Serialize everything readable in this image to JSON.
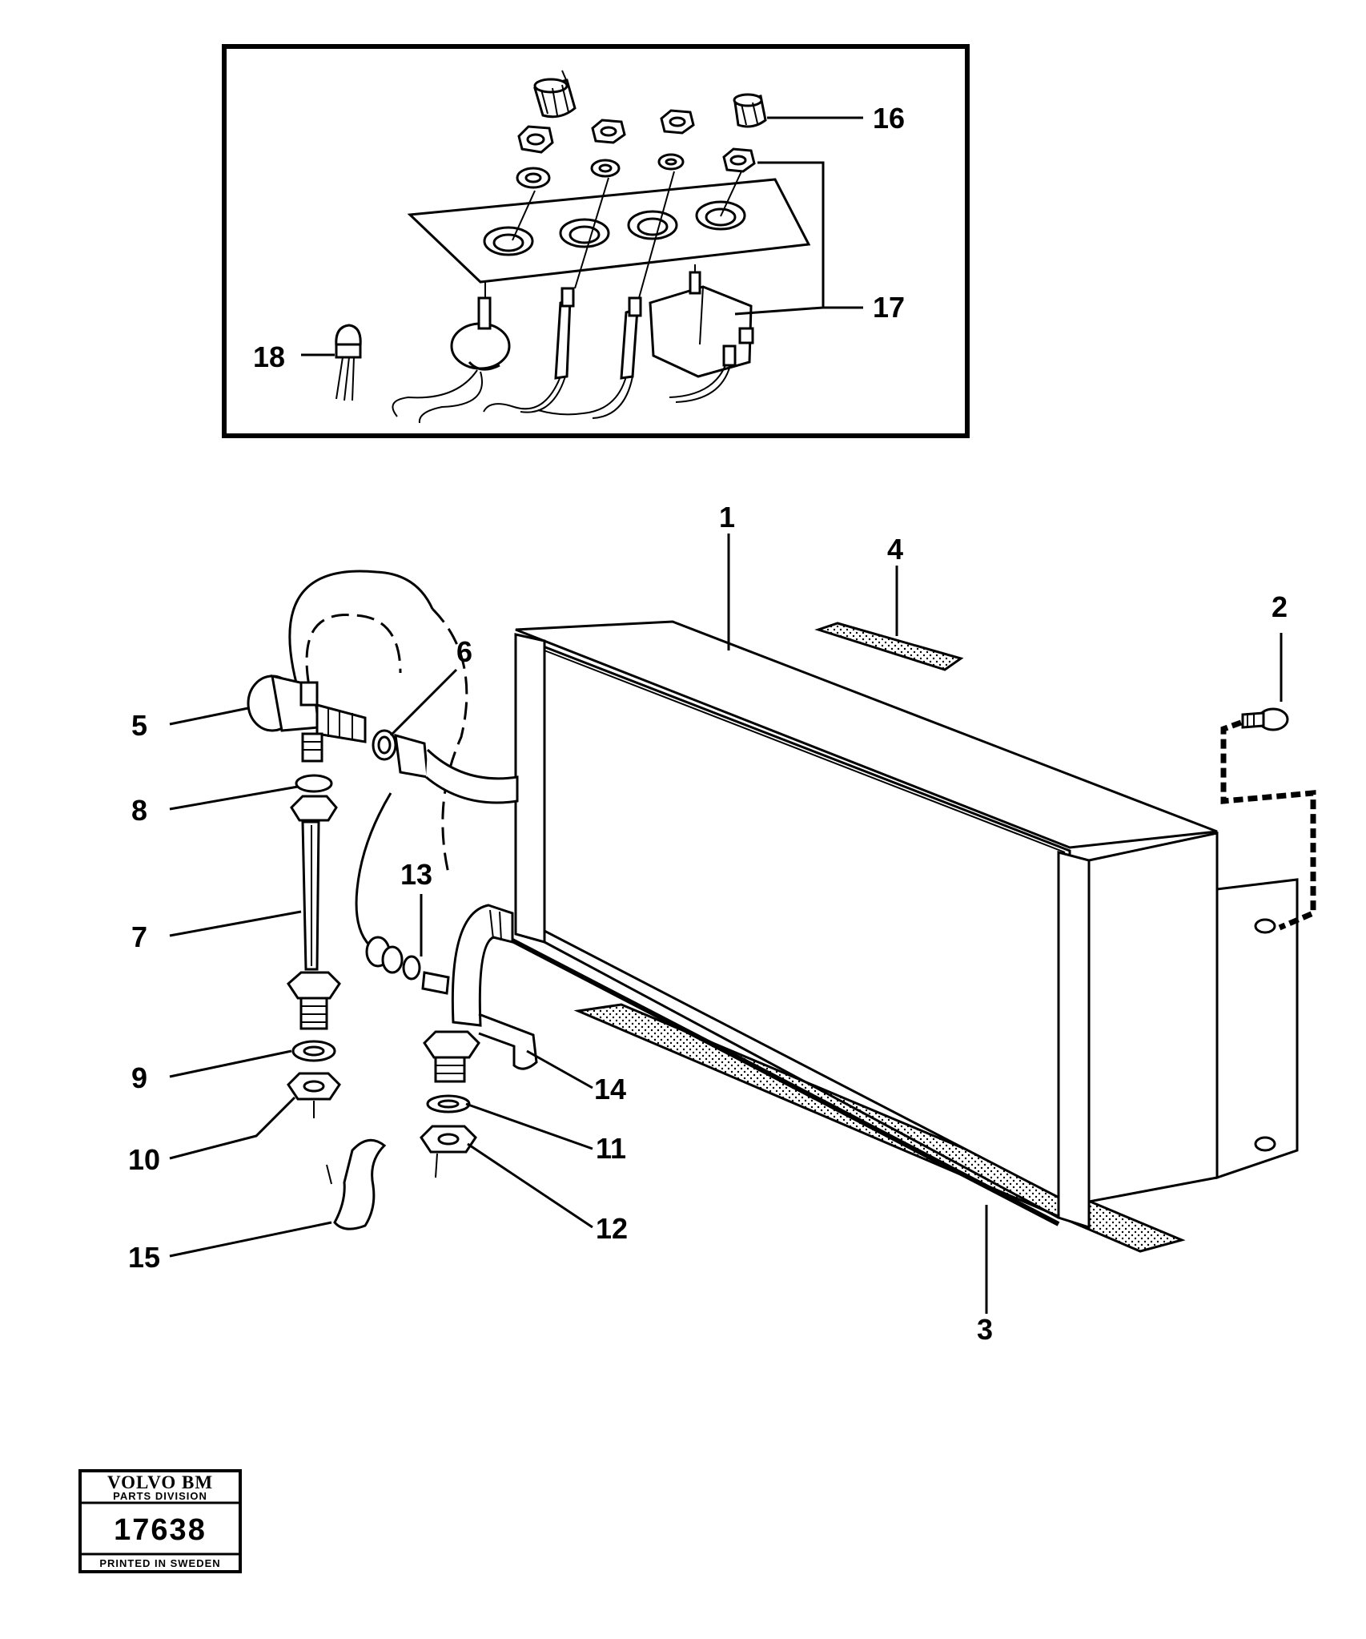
{
  "callouts": {
    "n1": "1",
    "n2": "2",
    "n3": "3",
    "n4": "4",
    "n5": "5",
    "n6": "6",
    "n7": "7",
    "n8": "8",
    "n9": "9",
    "n10": "10",
    "n11": "11",
    "n12": "12",
    "n13": "13",
    "n14": "14",
    "n15": "15",
    "n16": "16",
    "n17": "17",
    "n18": "18"
  },
  "stamp": {
    "brand": "VOLVO BM",
    "division": "PARTS DIVISION",
    "number": "17638",
    "footer": "PRINTED IN SWEDEN"
  }
}
